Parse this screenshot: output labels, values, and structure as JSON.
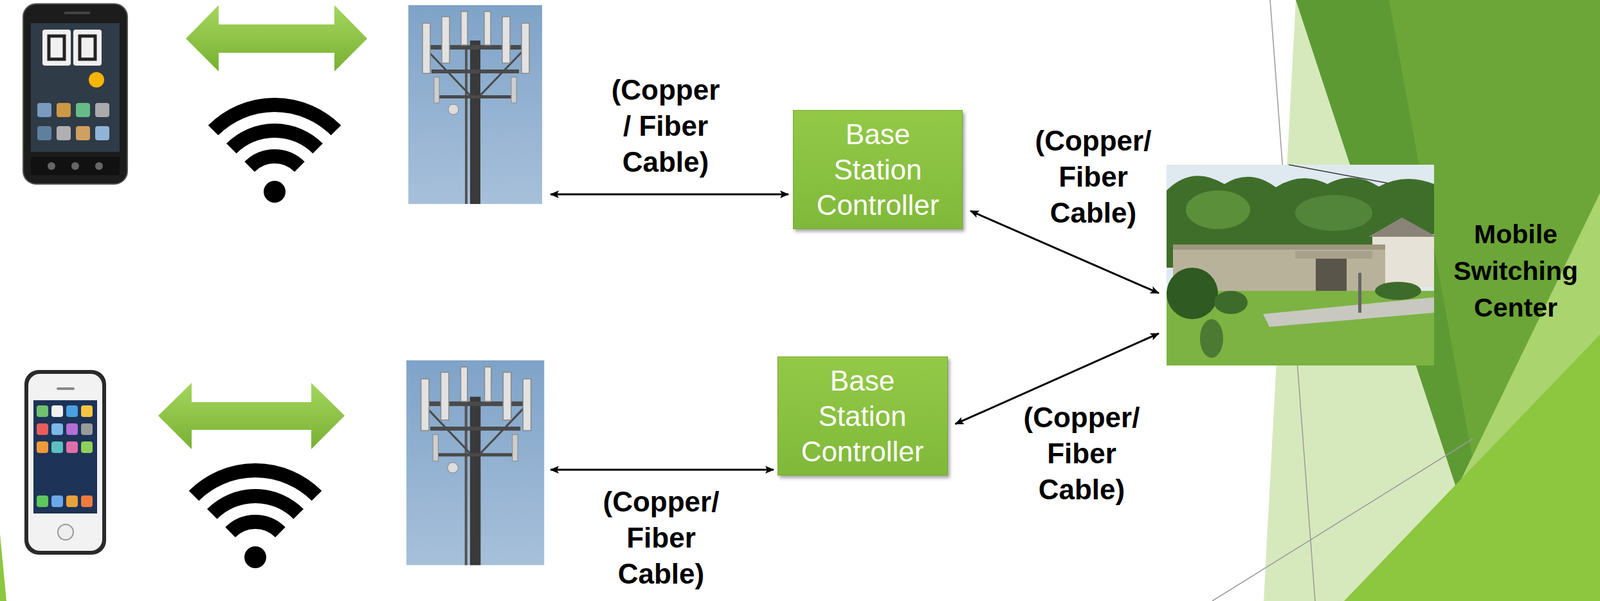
{
  "diagram": {
    "nodes": [
      {
        "text": [
          "Base Station Controller"
        ]
      },
      {
        "text": [
          "Base Station Controller"
        ]
      },
      {
        "text": [
          "Mobile Switching Center"
        ]
      }
    ],
    "edges": [
      {
        "from": 0,
        "to": 2,
        "arrow": "both",
        "label": "(Copper/ Fiber Cable)"
      },
      {
        "from": 1,
        "to": 2,
        "arrow": "both",
        "label": "(Copper/ Fiber Cable)"
      }
    ],
    "labels": [
      "(Copper / Fiber Cable)",
      "(Copper/ Fiber Cable)"
    ]
  }
}
